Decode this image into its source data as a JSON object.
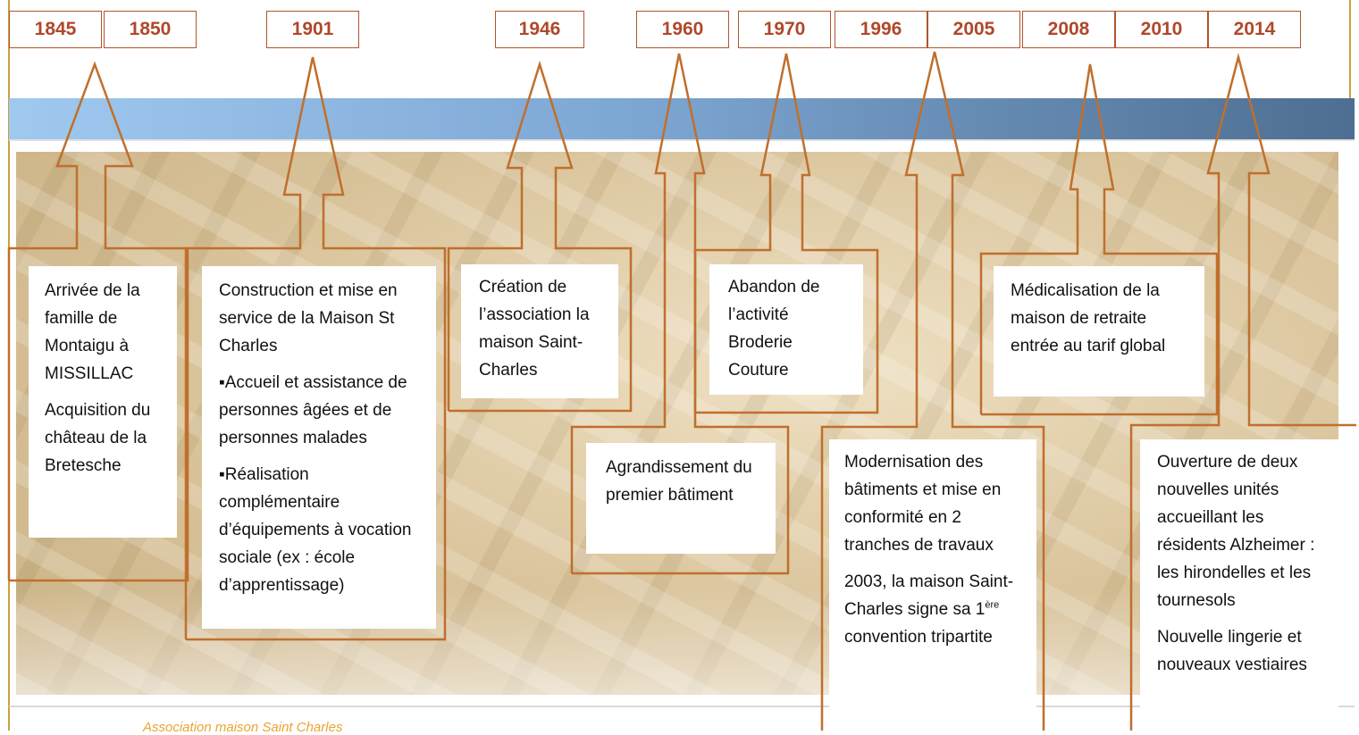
{
  "years": [
    "1845",
    "1850",
    "1901",
    "1946",
    "1960",
    "1970",
    "1996",
    "2005",
    "2008",
    "2010",
    "2014"
  ],
  "events": {
    "e1845": [
      "Arrivée de la famille de Montaigu à MISSILLAC",
      "Acquisition du château de la Bretesche"
    ],
    "e1901": [
      "Construction et mise en service de la Maison St Charles",
      "▪Accueil et assistance de personnes âgées et de personnes malades",
      "▪Réalisation complémentaire d’équipements à vocation sociale (ex : école d’apprentissage)"
    ],
    "e1946": [
      "Création de l’association la maison Saint-Charles"
    ],
    "e1960": [
      "Agrandissement du premier bâtiment"
    ],
    "e1970": [
      "Abandon de l’activité Broderie Couture"
    ],
    "e2005": {
      "p1": "Modernisation des bâtiments et mise en conformité en 2 tranches de travaux",
      "p2_before": "2003, la maison Saint-Charles signe sa 1",
      "p2_sup": "ère",
      "p2_after": " convention tripartite"
    },
    "e2008": [
      "Médicalisation de la maison de retraite entrée au tarif global"
    ],
    "e2014": [
      "Ouverture de deux nouvelles unités accueillant les résidents Alzheimer : les hirondelles et les tournesols",
      "Nouvelle lingerie et nouveaux vestiaires"
    ]
  },
  "footer": "Association maison Saint Charles",
  "colors": {
    "accent": "#c06f2c",
    "year_text": "#b0482a",
    "band_start": "#9fc9ef",
    "band_end": "#4e6e92"
  }
}
